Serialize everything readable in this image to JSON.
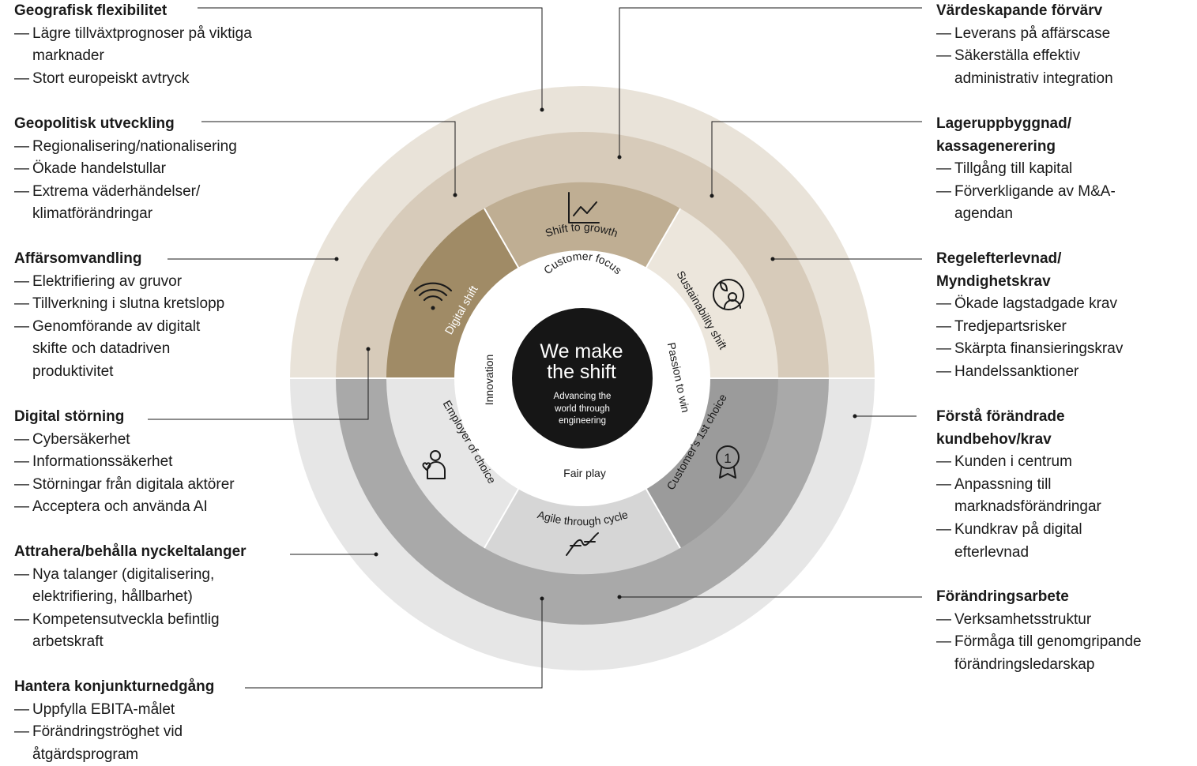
{
  "center": {
    "title_line1": "We make",
    "title_line2": "the shift",
    "subtitle_line1": "Advancing the",
    "subtitle_line2": "world through",
    "subtitle_line3": "engineering"
  },
  "values": {
    "top": "Customer focus",
    "left": "Innovation",
    "right": "Passion to win",
    "bottom": "Fair play"
  },
  "segments": {
    "shift_to_growth": "Shift to growth",
    "sustainability_shift": "Sustainability shift",
    "digital_shift": "Digital shift",
    "customers_first_choice": "Customer's 1st choice",
    "employer_of_choice": "Employer of choice",
    "agile_through_cycle": "Agile through cycle"
  },
  "icons": {
    "shift_to_growth": "line-chart-icon",
    "sustainability_shift": "leaf-person-icon",
    "digital_shift": "wifi-icon",
    "customers_first_choice": "award-badge-icon",
    "employer_of_choice": "person-heart-icon",
    "agile_through_cycle": "wave-cycle-icon"
  },
  "colors": {
    "outer_top": "#e9e3d9",
    "middle_top": "#d7cbba",
    "outer_bottom": "#e6e6e6",
    "middle_bottom": "#a9a9a9",
    "shift_to_growth": "#bfae93",
    "sustainability_shift": "#ece6dc",
    "digital_shift": "#a08b66",
    "customers_first_choice": "#9b9b9b",
    "employer_of_choice": "#e6e6e6",
    "agile_through_cycle": "#d6d6d6",
    "core": "#161616"
  },
  "factors": {
    "geografisk": {
      "title": "Geografisk flexibilitet",
      "items": [
        "Lägre tillväxtprognoser på viktiga marknader",
        "Stort europeiskt avtryck"
      ]
    },
    "geopolitisk": {
      "title": "Geopolitisk utveckling",
      "items": [
        "Regionalisering/nationalisering",
        "Ökade handelstullar",
        "Extrema väderhändelser/ klimatförändringar"
      ]
    },
    "affarsomvandling": {
      "title": "Affärsomvandling",
      "items": [
        "Elektrifiering av gruvor",
        "Tillverkning i slutna kretslopp",
        "Genomförande av digitalt skifte och datadriven produktivitet"
      ]
    },
    "digital_storning": {
      "title": "Digital störning",
      "items": [
        "Cybersäkerhet",
        "Informationssäkerhet",
        "Störningar från digitala aktörer",
        "Acceptera och använda AI"
      ]
    },
    "attrahera": {
      "title": "Attrahera/behålla nyckeltalanger",
      "items": [
        "Nya talanger (digitalisering, elektrifiering, hållbarhet)",
        "Kompetensutveckla befintlig arbetskraft"
      ]
    },
    "hantera": {
      "title": "Hantera konjunkturnedgång",
      "items": [
        "Uppfylla EBITA-målet",
        "Förändringströghet vid åtgärdsprogram"
      ]
    },
    "vardeskapande": {
      "title": "Värdeskapande förvärv",
      "items": [
        "Leverans på affärscase",
        "Säkerställa effektiv administrativ integration"
      ]
    },
    "lageruppbyggnad": {
      "title": "Lageruppbyggnad/ kassagenerering",
      "items": [
        "Tillgång till kapital",
        "Förverkligande av M&A-agendan"
      ]
    },
    "regelefterlevnad": {
      "title": "Regelefterlevnad/ Myndighetskrav",
      "items": [
        "Ökade lagstadgade krav",
        "Tredjepartsrisker",
        "Skärpta finansieringskrav",
        "Handelssanktioner"
      ]
    },
    "forsta": {
      "title": "Förstå förändrade kundbehov/krav",
      "items": [
        "Kunden i centrum",
        "Anpassning till marknadsförändringar",
        "Kundkrav på digital efterlevnad"
      ]
    },
    "forandringsarbete": {
      "title": "Förändringsarbete",
      "items": [
        "Verksamhetsstruktur",
        "Förmåga till genomgripande förändringsledarskap"
      ]
    }
  }
}
